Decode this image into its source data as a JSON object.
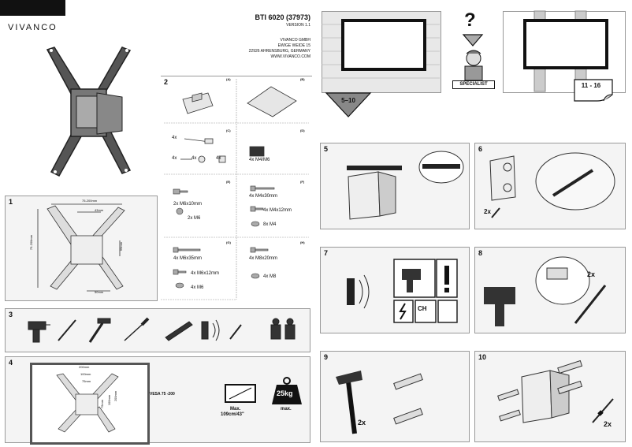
{
  "header": {
    "brand": "VIVANCO",
    "product_code": "BTI 6020 (37973)",
    "version": "VERSION 1.1",
    "company_lines": [
      "VIVANCO GMBH",
      "EWIGE WEIDE 15",
      "22926 AHRENSBURG, GERMANY",
      "WWW.VIVANCO.COM"
    ]
  },
  "top_scenarios": {
    "left_range": "5–10",
    "right_range": "11 - 16",
    "question_mark": "?",
    "specialist_label": "SPECIALIST"
  },
  "step1": {
    "number": "1",
    "dims": [
      "75-200mm",
      "43mm",
      "75-200mm",
      "55mm",
      "50mm"
    ]
  },
  "step2": {
    "number": "2",
    "cells": {
      "A": {
        "label": "(A)"
      },
      "B": {
        "label": "(B)"
      },
      "C": {
        "label": "(C)",
        "rows": [
          "4x",
          "4x",
          "4x",
          "4x"
        ]
      },
      "D": {
        "label": "(D)",
        "text": "4x M4/M6"
      },
      "E": {
        "label": "(E)",
        "rows": [
          "2x M6x10mm",
          "2x M6"
        ]
      },
      "F": {
        "label": "(F)",
        "rows": [
          "4x M4x30mm",
          "4x M4x12mm",
          "8x M4"
        ]
      },
      "G": {
        "label": "(G)",
        "rows": [
          "4x M6x35mm",
          "4x M6x12mm",
          "4x M6"
        ]
      },
      "H": {
        "label": "(H)",
        "rows": [
          "4x M8x20mm",
          "4x M8"
        ]
      }
    }
  },
  "step3": {
    "number": "3"
  },
  "step4": {
    "number": "4",
    "vesa": "VESA 75 -200",
    "dims": [
      "200mm",
      "100mm",
      "75mm",
      "200mm",
      "100mm",
      "75mm"
    ],
    "max_size_line1": "Max.",
    "max_size_line2": "109cm/43\"",
    "weight_value": "25kg",
    "weight_label": "max."
  },
  "steps_right": [
    {
      "number": "5"
    },
    {
      "number": "6",
      "count": "2x"
    },
    {
      "number": "7",
      "ch_label": "CH"
    },
    {
      "number": "8",
      "count": "2x"
    },
    {
      "number": "9",
      "count": "2x"
    },
    {
      "number": "10",
      "count": "2x"
    }
  ]
}
